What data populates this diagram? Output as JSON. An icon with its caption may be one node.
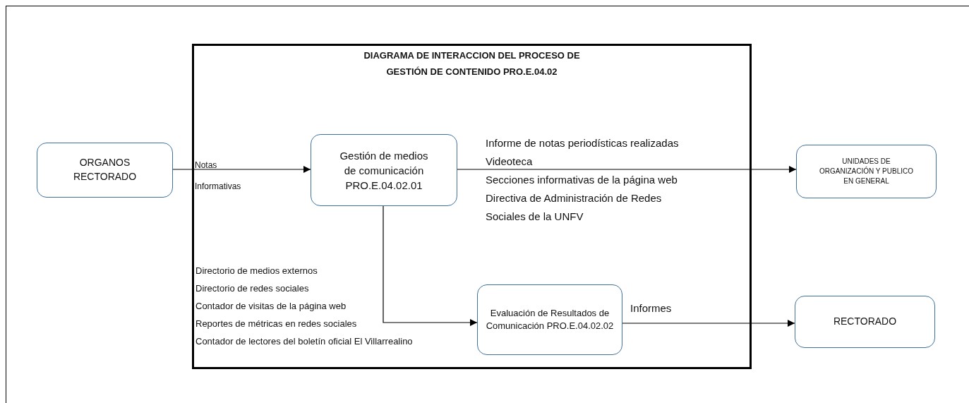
{
  "diagram": {
    "nodes": [
      {
        "text": [
          "ORGANOS RECTORADO"
        ]
      },
      {
        "text": [
          "DIAGRAMA DE INTERACCION DEL PROCESO DE GESTIÓN DE CONTENIDO PRO.E.04.02"
        ]
      },
      {
        "text": [
          "Gestión de medios de comunicación PRO.E.04.02.01"
        ],
        "in": 1
      },
      {
        "text": [
          "UNIDADES DE ORGANIZACIÓN Y PUBLICO EN GENERAL"
        ]
      },
      {
        "text": [
          "Evaluación de Resultados de Comunicación PRO.E.04.02.02"
        ],
        "in": 1
      },
      {
        "text": [
          "RECTORADO"
        ]
      }
    ],
    "edges": [
      {
        "from": 0,
        "to": 2,
        "arrow": "to",
        "label": "Notas Informativas"
      },
      {
        "from": 2,
        "to": 3,
        "arrow": "to"
      },
      {
        "from": 2,
        "to": 4,
        "arrow": "to"
      },
      {
        "from": 4,
        "to": 5,
        "arrow": "to",
        "label": "Informes"
      }
    ],
    "labels": [
      "Informe de notas periodísticas realizadas",
      "Videoteca",
      "Secciones informativas de la página web",
      "Directiva de Administración de Redes Sociales de la UNFV",
      "Directorio de medios externos",
      "Directorio de redes sociales",
      "Contador de visitas de la página web",
      "Reportes de métricas en redes sociales",
      "Contador de lectores del boletín oficial El Villarrealino"
    ]
  }
}
